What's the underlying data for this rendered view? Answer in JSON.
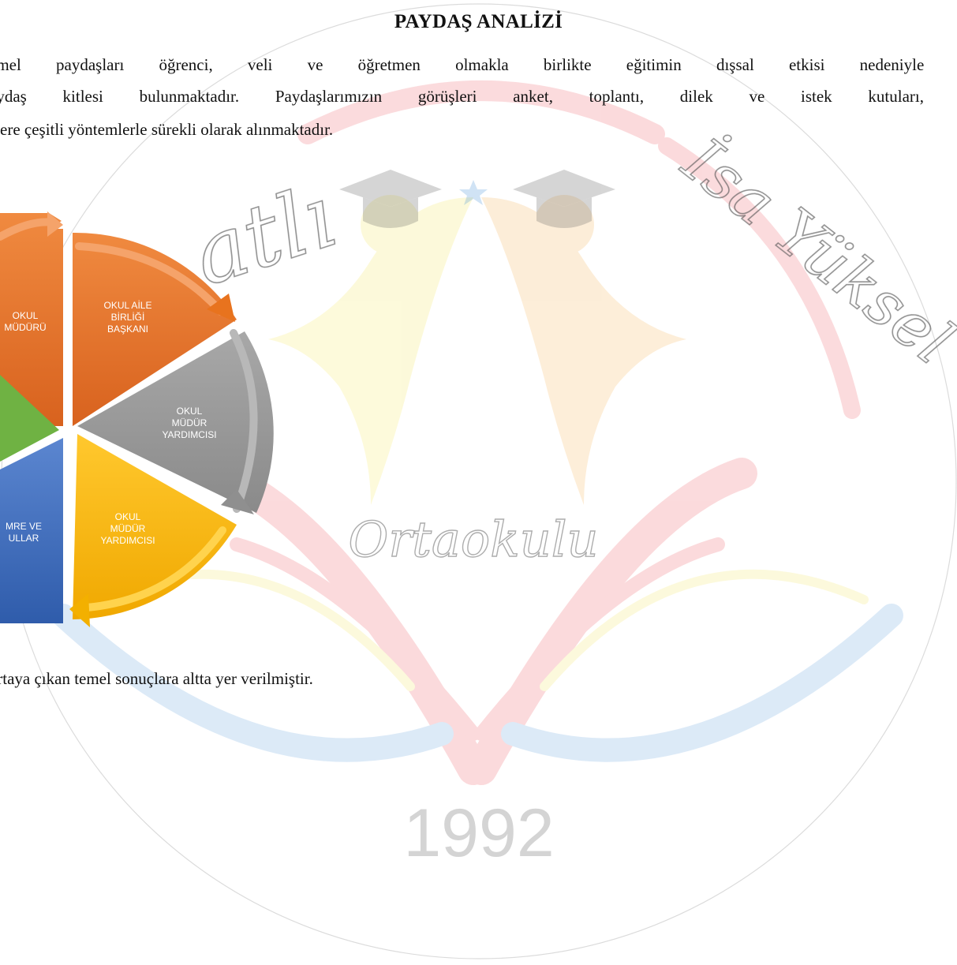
{
  "document": {
    "title": "PAYDAŞ ANALİZİ",
    "paragraph_lines": [
      "emel paydaşları öğrenci, veli ve öğretmen olmakla birlikte eğitimin dışsal etkisi nedeniyle o",
      "aydaş kitlesi bulunmaktadır. Paydaşlarımızın görüşleri anket, toplantı, dilek ve istek kutuları, e",
      "ere çeşitli yöntemlerle sürekli olarak alınmaktadır."
    ],
    "closing_line": "n ortaya çıkan temel sonuçlara altta yer verilmiştir."
  },
  "diagram": {
    "segments": [
      {
        "label_lines": [
          "OKUL",
          "MÜDÜRÜ"
        ],
        "color": "#EB7B2E"
      },
      {
        "label_lines": [
          "OKUL AİLE",
          "BİRLİĞİ",
          "BAŞKANI"
        ],
        "color": "#EB7B2E"
      },
      {
        "label_lines": [
          "OKUL",
          "MÜDÜR",
          "YARDIMCISI"
        ],
        "color": "#9C9C9C"
      },
      {
        "label_lines": [
          "OKUL",
          "MÜDÜR",
          "YARDIMCISI"
        ],
        "color": "#FFC000"
      },
      {
        "label_lines": [
          "MRE VE",
          "ULLAR"
        ],
        "color": "#4472C4"
      },
      {
        "label_lines": [],
        "color": "#70AD47"
      }
    ]
  },
  "watermark": {
    "script_left": "atlı",
    "script_right": "İsa Yüksel",
    "script_bottom": "Ortaokulu",
    "year": "1992",
    "colors": {
      "red": "#ef6a6a",
      "yellow": "#f5ea6c",
      "orange": "#f7c26a",
      "blue": "#6fa8dc",
      "gray": "#bfbfbf"
    }
  }
}
